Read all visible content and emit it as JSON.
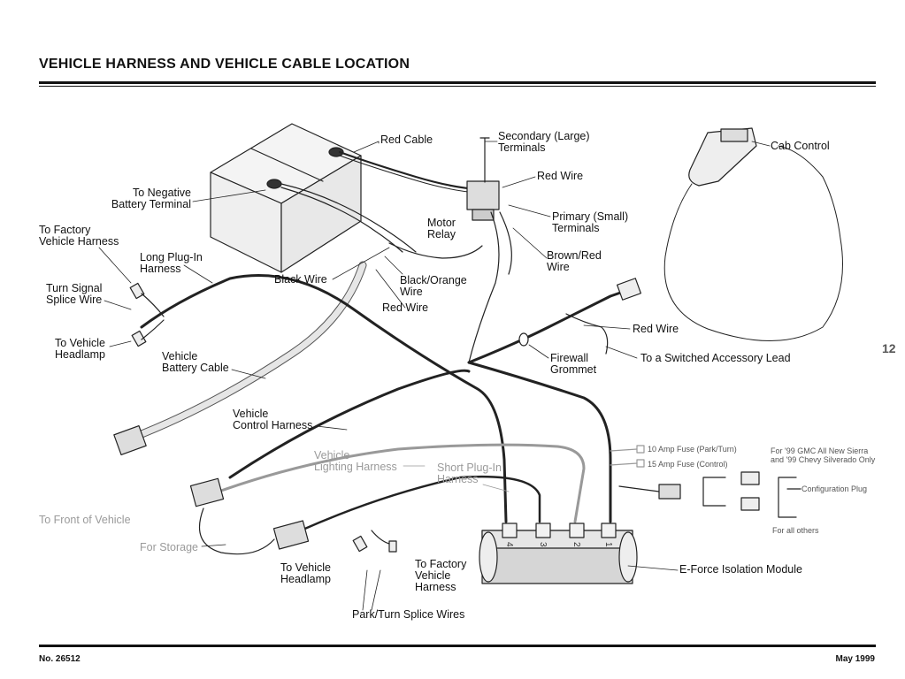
{
  "header": {
    "title": "VEHICLE HARNESS AND VEHICLE CABLE LOCATION"
  },
  "footer": {
    "doc_number": "No. 26512",
    "date": "May 1999"
  },
  "page_number": "12",
  "labels": {
    "red_cable": "Red Cable",
    "secondary_terminals": "Secondary (Large)\nTerminals",
    "red_wire_top": "Red Wire",
    "cab_control": "Cab Control",
    "to_negative": "To Negative\nBattery Terminal",
    "motor_relay": "Motor\nRelay",
    "primary_terminals": "Primary (Small)\nTerminals",
    "factory_harness_top": "To Factory\nVehicle Harness",
    "long_plug_in": "Long Plug-In\nHarness",
    "black_wire": "Black Wire",
    "black_orange_wire": "Black/Orange\nWire",
    "brown_red_wire": "Brown/Red\nWire",
    "turn_signal_splice": "Turn Signal\nSplice Wire",
    "red_wire_mid": "Red Wire",
    "red_wire_right": "Red Wire",
    "to_vehicle_headlamp_top": "To Vehicle\nHeadlamp",
    "vehicle_battery_cable": "Vehicle\nBattery Cable",
    "firewall_grommet": "Firewall\nGrommet",
    "switched_accessory": "To a Switched Accessory Lead",
    "vehicle_control_harness": "Vehicle\nControl Harness",
    "fuse_10": "10 Amp Fuse (Park/Turn)",
    "fuse_15": "15 Amp Fuse (Control)",
    "gmc_note": "For '99 GMC All New Sierra\nand '99 Chevy Silverado Only",
    "vehicle_lighting_harness": "Vehicle\nLighting Harness",
    "short_plug_in": "Short Plug-In\nHarness",
    "configuration_plug": "Configuration Plug",
    "to_front_of_vehicle": "To Front of Vehicle",
    "for_all_others": "For all others",
    "for_storage": "For Storage",
    "to_vehicle_headlamp_bottom": "To Vehicle\nHeadlamp",
    "to_factory_bottom": "To Factory\nVehicle\nHarness",
    "e_force_module": "E-Force Isolation Module",
    "park_turn_splice": "Park/Turn Splice Wires"
  },
  "module_terminals": [
    "4",
    "3",
    "2",
    "1"
  ]
}
